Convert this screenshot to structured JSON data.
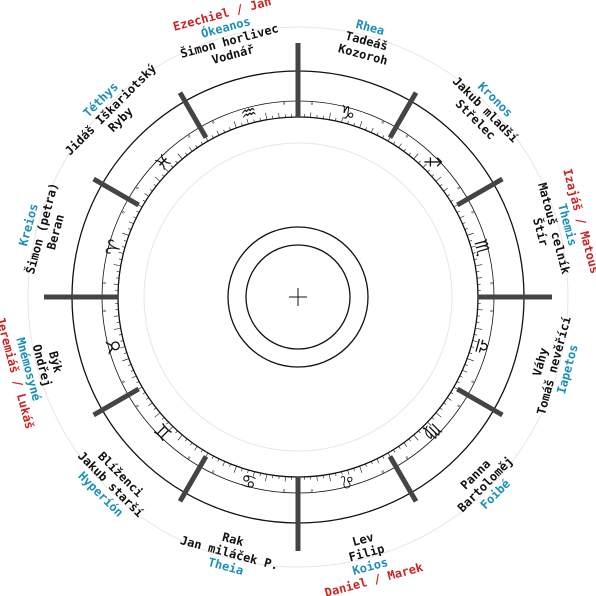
{
  "colors": {
    "apostle": "#111111",
    "titan": "#1a8fb8",
    "prophet": "#cc2222",
    "ring": "#111111",
    "tick": "#444444",
    "faint": "#e6e6e6"
  },
  "sectors": [
    {
      "sign": "Beran",
      "glyph": "♈",
      "apostle": [
        "Šimon (petra)"
      ],
      "titan": "Kreios",
      "prophet": ""
    },
    {
      "sign": "Býk",
      "glyph": "♉",
      "apostle": [
        "Ondřej"
      ],
      "titan": "Mnémosyné",
      "prophet": "Jeremiáš / Lukáš"
    },
    {
      "sign": "Blíženci",
      "glyph": "♊",
      "apostle": [
        "Jakub starší"
      ],
      "titan": "Hyperíón",
      "prophet": ""
    },
    {
      "sign": "Rak",
      "glyph": "♋",
      "apostle": [
        "Jan miláček P."
      ],
      "titan": "Theia",
      "prophet": ""
    },
    {
      "sign": "Lev",
      "glyph": "♌",
      "apostle": [
        "Filip"
      ],
      "titan": "Koios",
      "prophet": "Daniel / Marek"
    },
    {
      "sign": "Panna",
      "glyph": "♍",
      "apostle": [
        "Bartoloměj"
      ],
      "titan": "Foibé",
      "prophet": ""
    },
    {
      "sign": "Váhy",
      "glyph": "♎",
      "apostle": [
        "Tomáš nevěřící"
      ],
      "titan": "Iapetos",
      "prophet": ""
    },
    {
      "sign": "Štír",
      "glyph": "♏",
      "apostle": [
        "Matouš celník"
      ],
      "titan": "Themis",
      "prophet": "Izajáš / Matouš"
    },
    {
      "sign": "Střelec",
      "glyph": "♐",
      "apostle": [
        "Jakub mladší"
      ],
      "titan": "Kronos",
      "prophet": ""
    },
    {
      "sign": "Kozoroh",
      "glyph": "♑",
      "apostle": [
        "Tadeáš"
      ],
      "titan": "Rhea",
      "prophet": ""
    },
    {
      "sign": "Vodnář",
      "glyph": "♒",
      "apostle": [
        "Šimon horlivec"
      ],
      "titan": "Ókeanos",
      "prophet": "Ezechiel / Jan"
    },
    {
      "sign": "Ryby",
      "glyph": "♓",
      "apostle": [
        "Jidáš Iškariotský"
      ],
      "titan": "Téthys",
      "prophet": ""
    }
  ]
}
